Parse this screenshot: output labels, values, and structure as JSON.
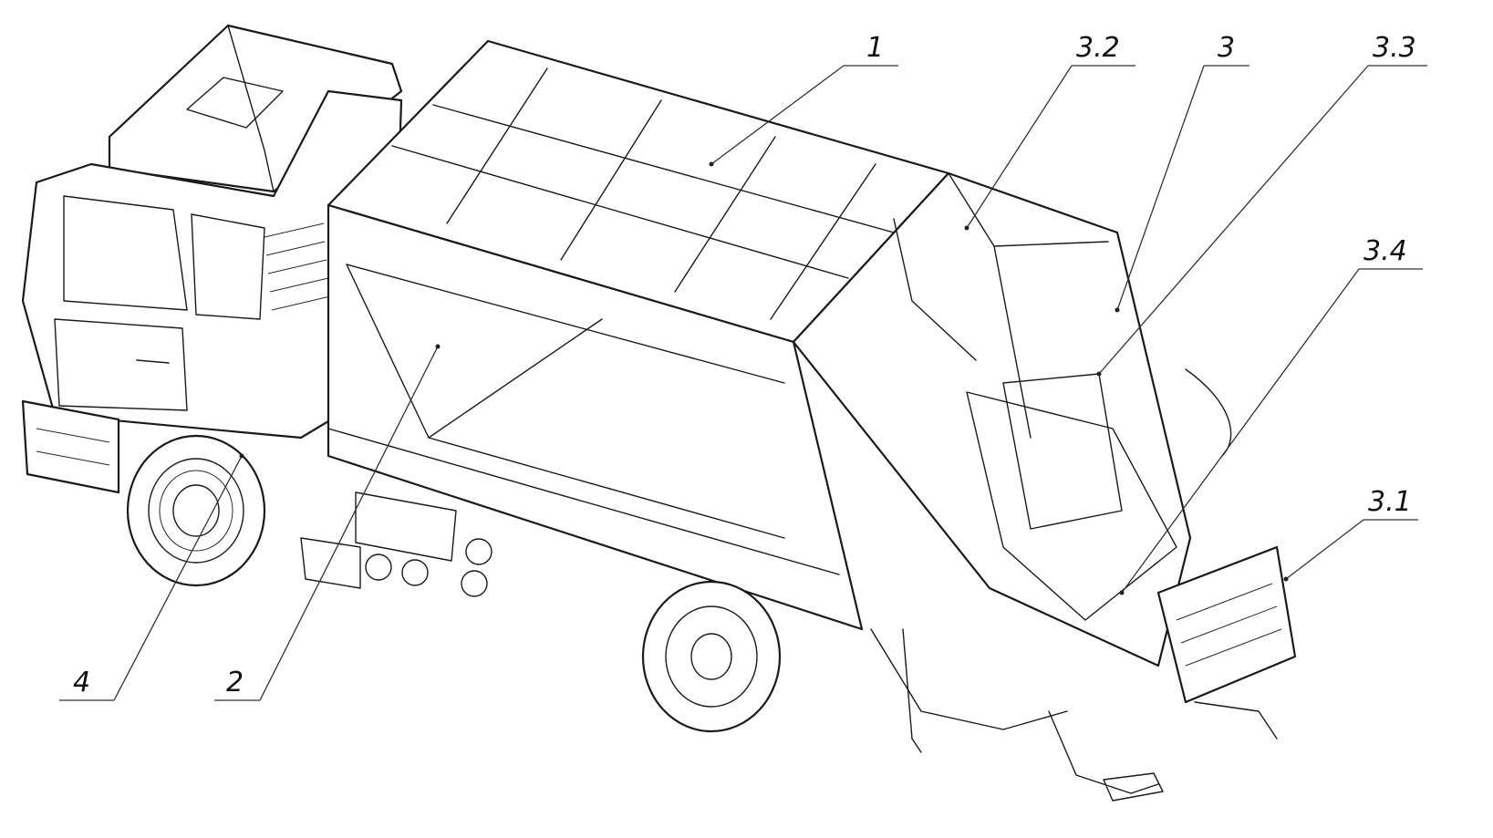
{
  "diagram": {
    "labels": [
      {
        "id": "1",
        "text": "1"
      },
      {
        "id": "3_2",
        "text": "3.2"
      },
      {
        "id": "3",
        "text": "3"
      },
      {
        "id": "3_3",
        "text": "3.3"
      },
      {
        "id": "3_4",
        "text": "3.4"
      },
      {
        "id": "3_1",
        "text": "3.1"
      },
      {
        "id": "4",
        "text": "4"
      },
      {
        "id": "2",
        "text": "2"
      }
    ]
  }
}
